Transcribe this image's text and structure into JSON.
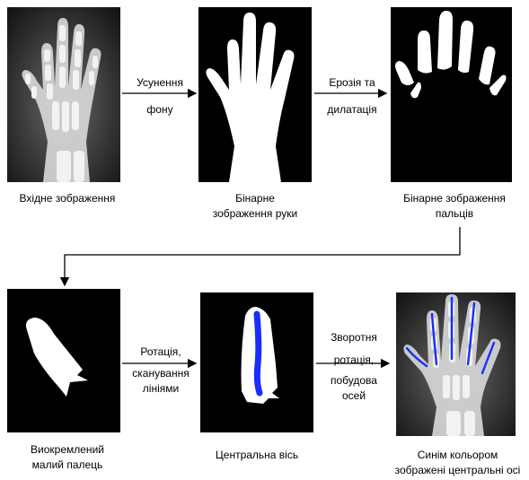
{
  "stages": {
    "input": {
      "caption": [
        "Вхідне зображення"
      ]
    },
    "binary_hand": {
      "caption": [
        "Бінарне",
        "зображення руки"
      ]
    },
    "binary_fingers": {
      "caption": [
        "Бінарне  зображення",
        "пальців"
      ]
    },
    "little_finger": {
      "caption": [
        "Виокремлений",
        "малий палець"
      ]
    },
    "central_axis": {
      "caption": [
        "Центральна вісь"
      ]
    },
    "result": {
      "caption": [
        "Синім кольором",
        "зображені центральні осі"
      ]
    }
  },
  "operations": {
    "background_removal": [
      "Усунення",
      "фону"
    ],
    "erosion_dilation": [
      "Ерозія та",
      "дилатація"
    ],
    "rotation_scan": [
      "Ротація,",
      "сканування",
      "лініями"
    ],
    "reverse_rotation": [
      "Зворотня",
      "ротація,",
      "побудова",
      "осей"
    ]
  },
  "colors": {
    "axis": "#1a2cff",
    "background": "#000000",
    "mask": "#ffffff",
    "arrow": "#000000"
  }
}
